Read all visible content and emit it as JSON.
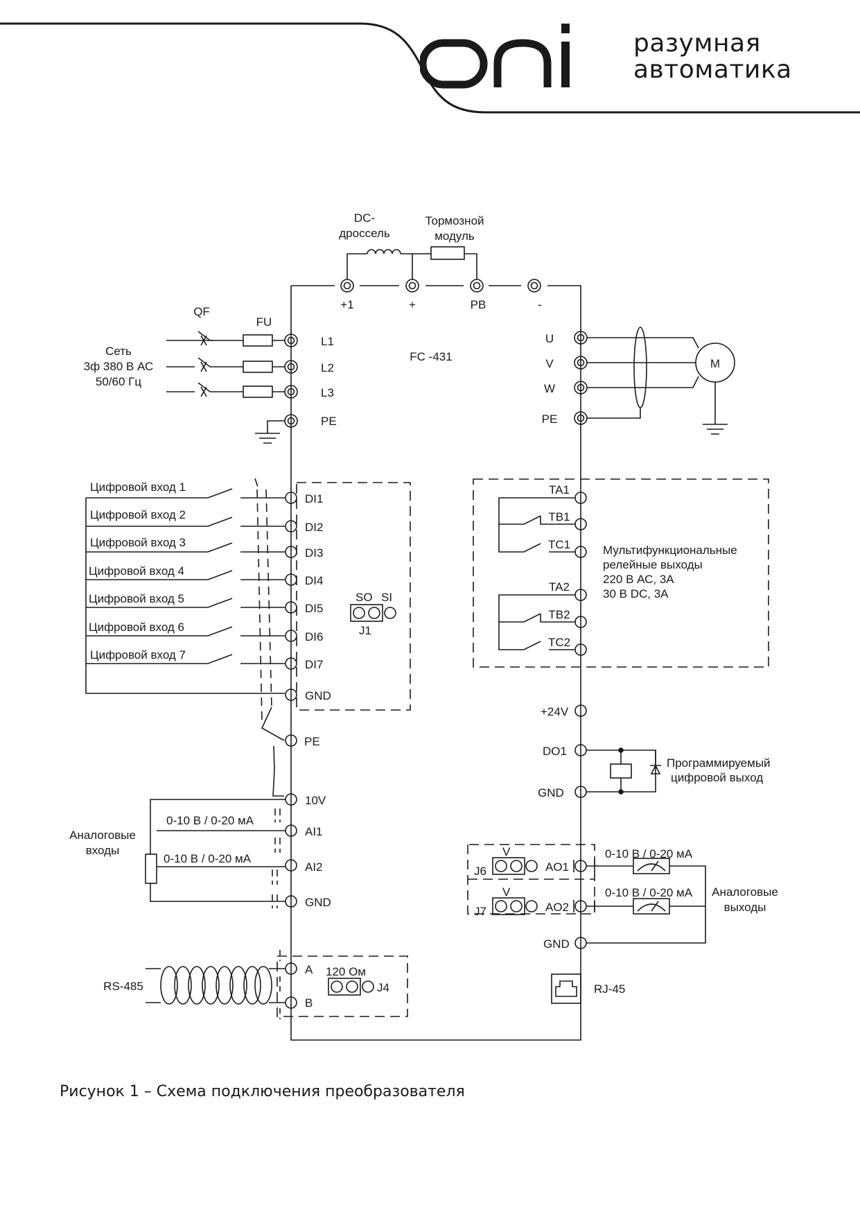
{
  "header": {
    "logo": "oni",
    "slogan_line1": "разумная",
    "slogan_line2": "автоматика"
  },
  "diagram": {
    "device": "FC -431",
    "dc_choke": [
      "DC-",
      "дроссель"
    ],
    "brake_module": [
      "Тормозной",
      "модуль"
    ],
    "dc_terminals": [
      "+1",
      "+",
      "PB",
      "-"
    ],
    "qf": "QF",
    "fu": "FU",
    "mains": [
      "Сеть",
      "3ф 380 В АС",
      "50/60 Гц"
    ],
    "input_terminals": [
      "L1",
      "L2",
      "L3",
      "PE"
    ],
    "output_terminals": [
      "U",
      "V",
      "W",
      "PE"
    ],
    "motor": "M",
    "digital_inputs": [
      "Цифровой вход 1",
      "Цифровой вход 2",
      "Цифровой вход 3",
      "Цифровой вход 4",
      "Цифровой вход 5",
      "Цифровой вход 6",
      "Цифровой вход 7"
    ],
    "di_terminals": [
      "DI1",
      "DI2",
      "DI3",
      "DI4",
      "DI5",
      "DI6",
      "DI7",
      "GND"
    ],
    "j1_labels": [
      "SO",
      "SI"
    ],
    "j1": "J1",
    "pe_mid": "PE",
    "relay_terminals": [
      "TA1",
      "TB1",
      "TC1",
      "TA2",
      "TB2",
      "TC2"
    ],
    "relay_desc": [
      "Мультифункциональные",
      "релейные выходы",
      "220 В АС, 3А",
      "30 В DC, 3А"
    ],
    "p24": "+24V",
    "do1": "DO1",
    "gnd": "GND",
    "prog_out": [
      "Программируемый",
      "цифровой выход"
    ],
    "analog_inputs_label": [
      "Аналоговые",
      "входы"
    ],
    "ai_terminals": [
      "10V",
      "AI1",
      "AI2",
      "GND"
    ],
    "ai_range1": "0-10 В / 0-20 мА",
    "ai_range2": "0-10 В / 0-20 мА",
    "ao_terminals": [
      "AO1",
      "AO2",
      "GND"
    ],
    "j6": "J6",
    "j7": "J7",
    "v_label": "V",
    "ao_range1": "0-10 В / 0-20 мА",
    "ao_range2": "0-10 В / 0-20 мА",
    "analog_outputs_label": [
      "Аналоговые",
      "выходы"
    ],
    "rs485": "RS-485",
    "rs_terminals": [
      "A",
      "B"
    ],
    "r120": "120 Ом",
    "j4": "J4",
    "rj45": "RJ-45"
  },
  "caption": "Рисунок 1 – Схема подключения преобразователя"
}
